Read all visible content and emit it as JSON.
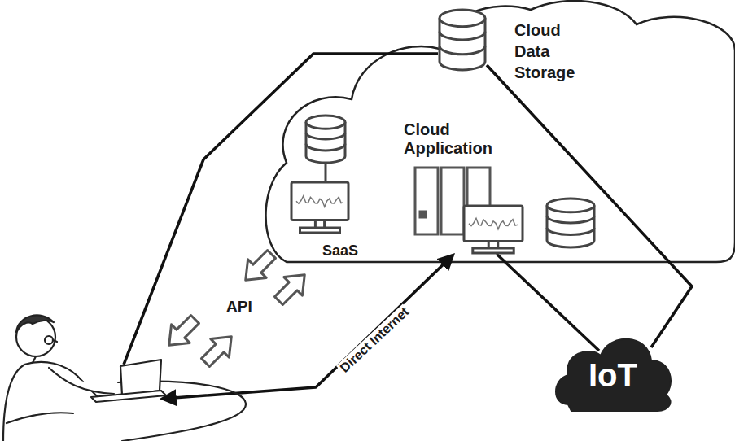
{
  "diagram": {
    "nodes": [
      {
        "text": [
          "Cloud Data Storage"
        ]
      },
      {
        "text": [
          "Cloud Application"
        ]
      },
      {
        "text": [
          "SaaS"
        ]
      },
      {
        "text": [
          "IoT"
        ]
      }
    ],
    "edges": [
      {
        "from": 0,
        "to": 3,
        "arrow": "none"
      },
      {
        "from": 1,
        "to": 3,
        "arrow": "none"
      }
    ],
    "labels": [
      "API",
      "Direct Internet"
    ]
  }
}
